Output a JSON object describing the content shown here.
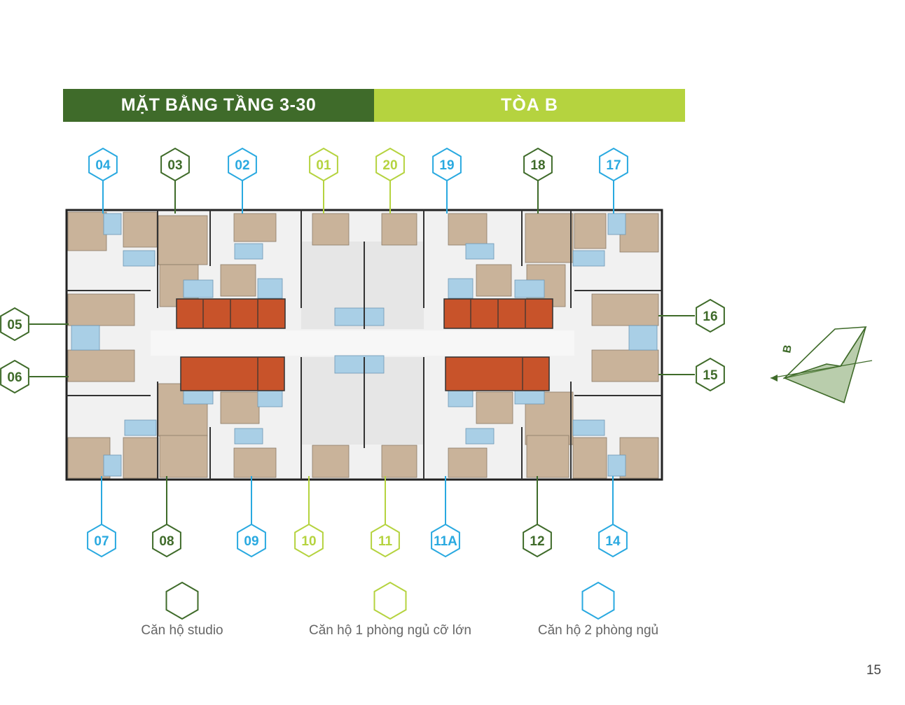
{
  "header": {
    "left_title": "MẶT BẰNG TẦNG 3-30",
    "right_title": "TÒA  B"
  },
  "colors": {
    "studio": "#3f6b2a",
    "one_bed_large": "#b5d33f",
    "two_bed": "#29a9e0",
    "core": "#c8532a",
    "room": "#c9b39a",
    "bath": "#a9cfe6",
    "corridor": "#e6e6e6"
  },
  "units_top": [
    {
      "label": "04",
      "type": "two_bed"
    },
    {
      "label": "03",
      "type": "studio"
    },
    {
      "label": "02",
      "type": "two_bed"
    },
    {
      "label": "01",
      "type": "one_bed_large"
    },
    {
      "label": "20",
      "type": "one_bed_large"
    },
    {
      "label": "19",
      "type": "two_bed"
    },
    {
      "label": "18",
      "type": "studio"
    },
    {
      "label": "17",
      "type": "two_bed"
    }
  ],
  "units_bottom": [
    {
      "label": "07",
      "type": "two_bed"
    },
    {
      "label": "08",
      "type": "studio"
    },
    {
      "label": "09",
      "type": "two_bed"
    },
    {
      "label": "10",
      "type": "one_bed_large"
    },
    {
      "label": "11",
      "type": "one_bed_large"
    },
    {
      "label": "11A",
      "type": "two_bed"
    },
    {
      "label": "12",
      "type": "studio"
    },
    {
      "label": "14",
      "type": "two_bed"
    }
  ],
  "units_left": [
    {
      "label": "05",
      "type": "studio"
    },
    {
      "label": "06",
      "type": "studio"
    }
  ],
  "units_right": [
    {
      "label": "16",
      "type": "studio"
    },
    {
      "label": "15",
      "type": "studio"
    }
  ],
  "legend": [
    {
      "label": "Căn hộ studio",
      "type": "studio"
    },
    {
      "label": "Căn hộ 1 phòng ngủ cỡ lớn",
      "type": "one_bed_large"
    },
    {
      "label": "Căn hộ 2 phòng ngủ",
      "type": "two_bed"
    }
  ],
  "compass": {
    "label": "B"
  },
  "page_number": "15"
}
